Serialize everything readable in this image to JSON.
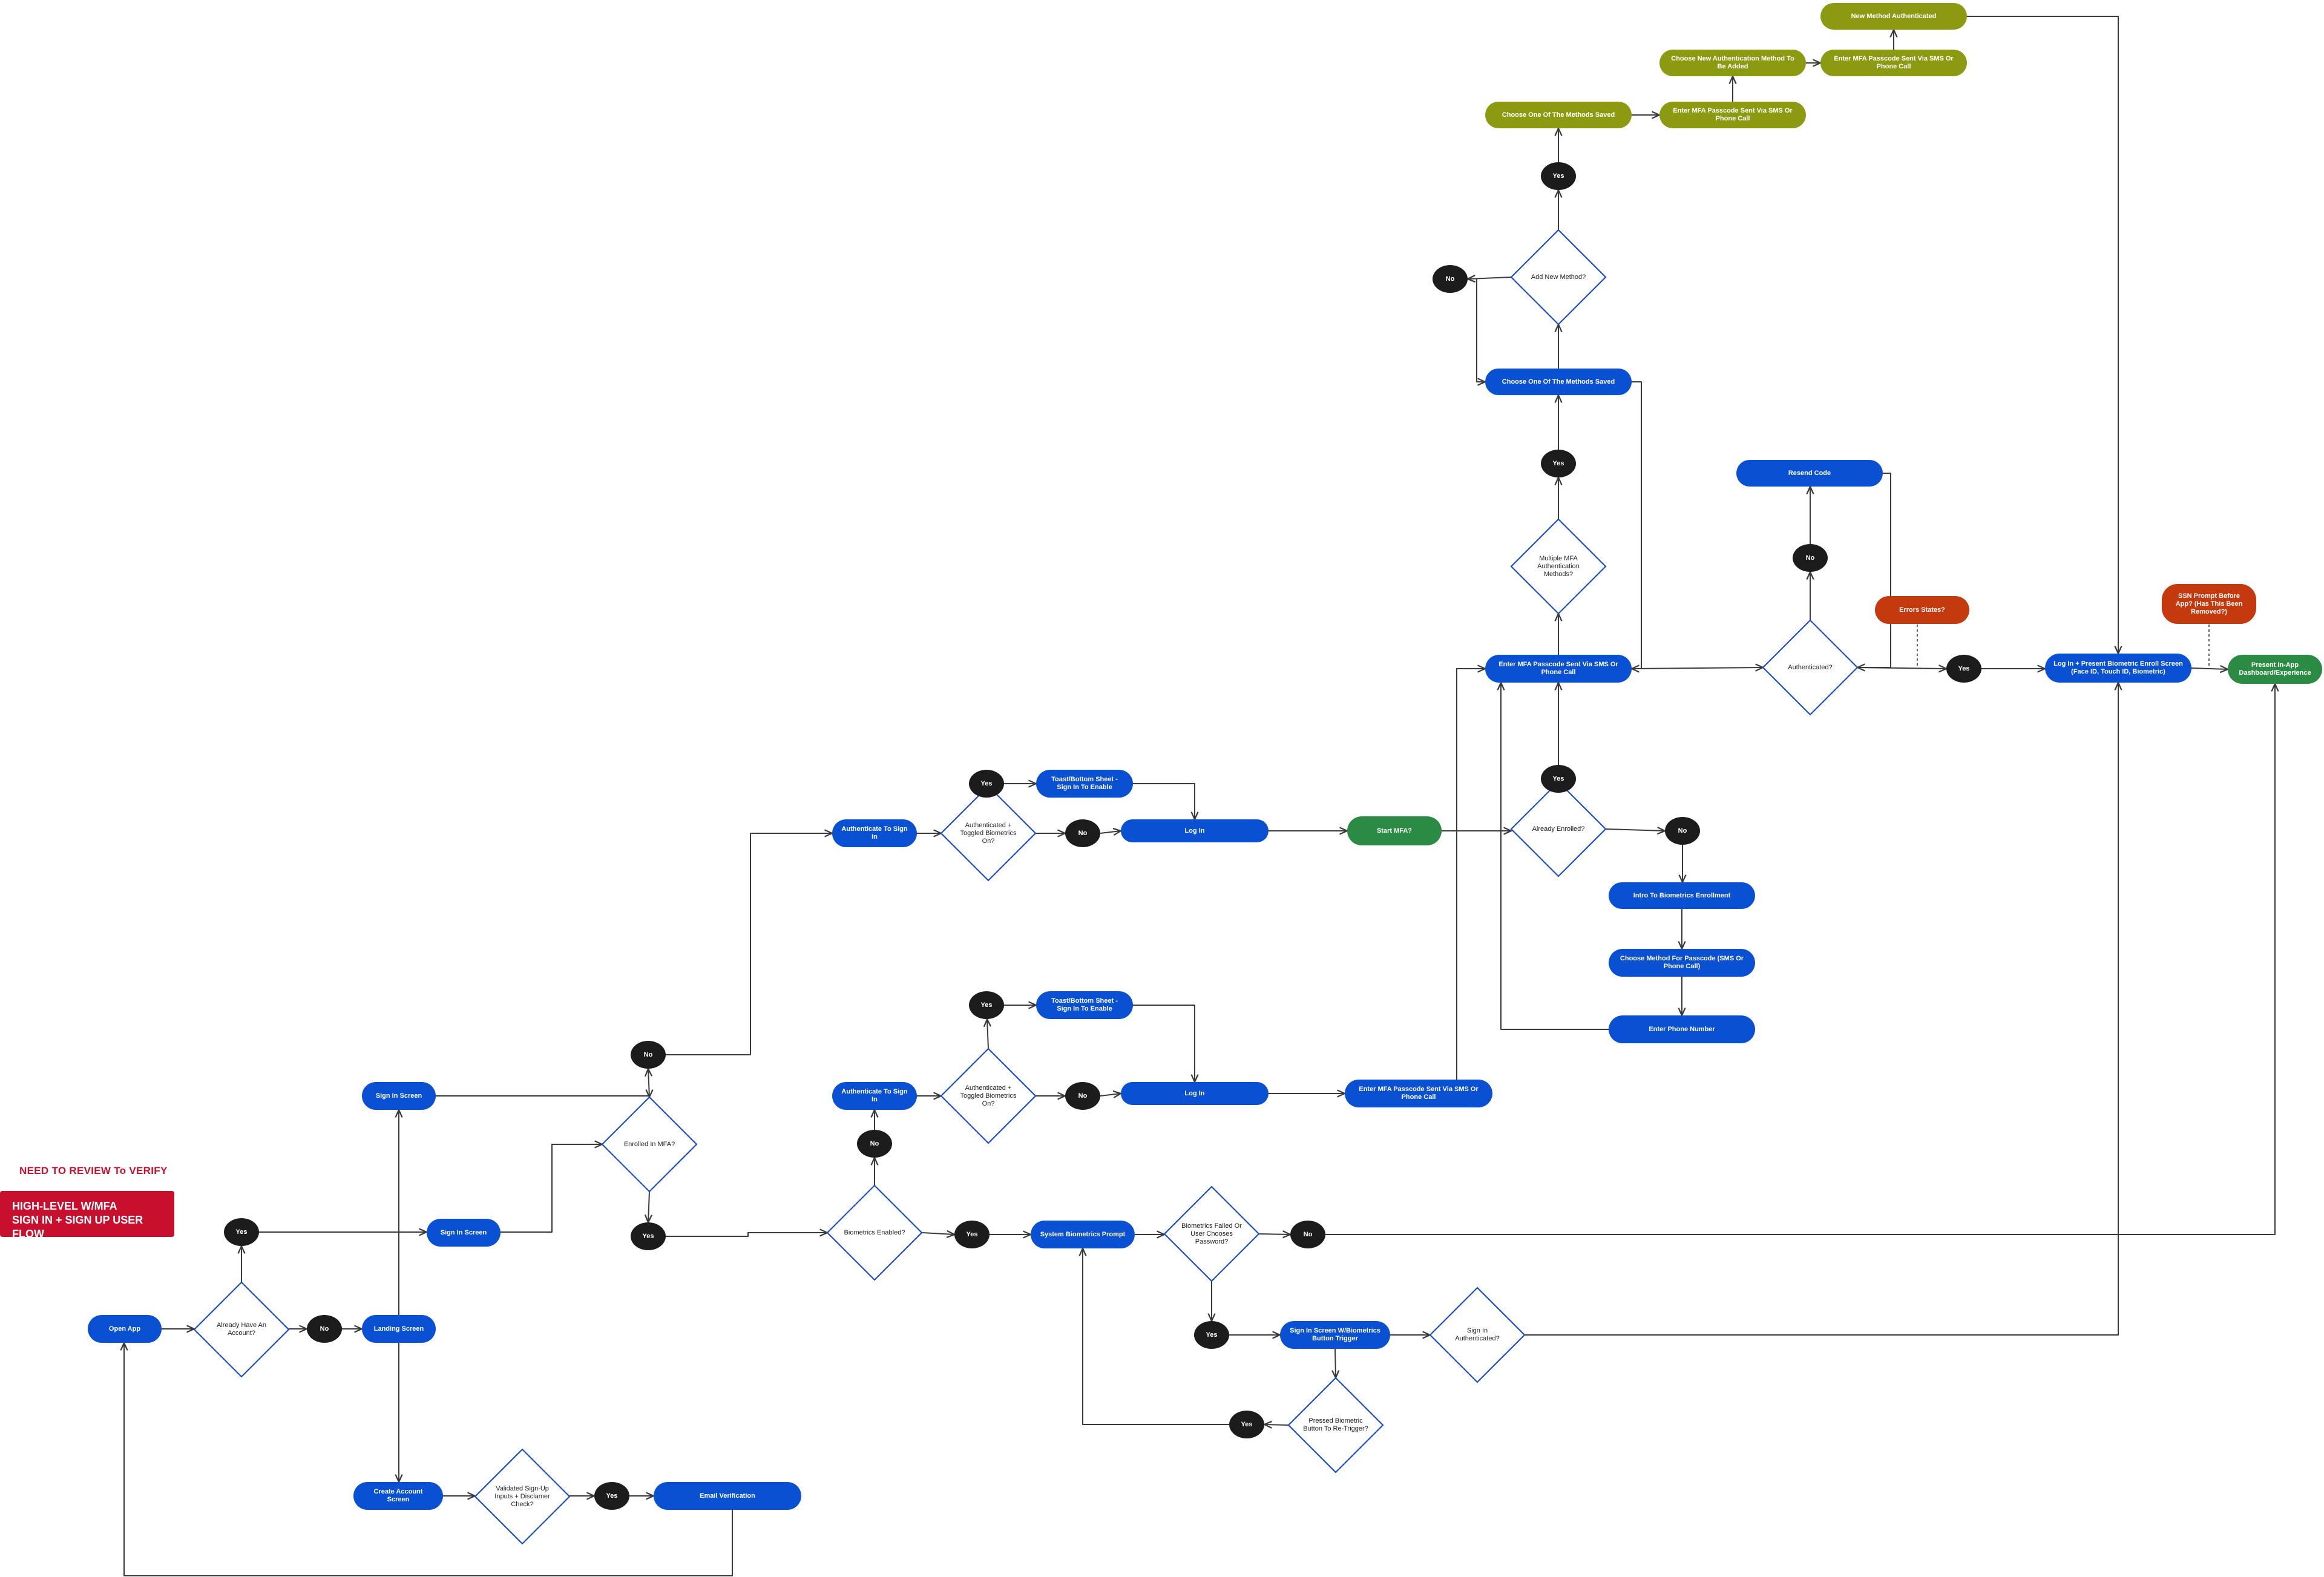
{
  "title": {
    "review_note": "NEED TO REVIEW To VERIFY",
    "line1": "HIGH-LEVEL W/MFA",
    "line2": "SIGN IN + SIGN UP USER FLOW"
  },
  "colors": {
    "blue": "#0a50d2",
    "olive": "#8c9a12",
    "green": "#2b8a43",
    "red": "#c4390d",
    "badge": "#1c1c1c",
    "connector": "#3a3a3a",
    "diamond_border": "#1e4fc4",
    "title_box": "#c8102e"
  },
  "nodes": {
    "open_app": "Open App",
    "landing_screen": "Landing Screen",
    "create_account": "Create Account Screen",
    "email_verification": "Email Verification",
    "sign_in_screen_top": "Sign In Screen",
    "sign_in_screen_mid": "Sign In Screen",
    "auth_sign_in_1": "Authenticate To Sign In",
    "toast_1": "Toast/Bottom Sheet - Sign In To Enable",
    "log_in_1": "Log In",
    "start_mfa": "Start MFA?",
    "auth_sign_in_2": "Authenticate To Sign In",
    "toast_2": "Toast/Bottom Sheet - Sign In To Enable",
    "log_in_2": "Log In",
    "enter_mfa_bottom": "Enter MFA Passcode Sent Via SMS Or Phone Call",
    "system_bio": "System Biometrics Prompt",
    "sign_in_bio_btn": "Sign In Screen W/Biometrics Button Trigger",
    "intro_bio": "Intro To Biometrics Enrollment",
    "choose_method_passcode": "Choose Method For Passcode (SMS Or Phone Call)",
    "enter_phone": "Enter Phone Number",
    "enter_mfa_main": "Enter MFA Passcode Sent Via SMS Or Phone Call",
    "choose_saved_blue": "Choose One Of The Methods Saved",
    "choose_saved_olive": "Choose One Of The Methods Saved",
    "enter_mfa_olive_1": "Enter MFA Passcode Sent Via SMS Or Phone Call",
    "choose_new_method": "Choose New Authentication Method To Be Added",
    "enter_mfa_olive_2": "Enter MFA Passcode Sent Via SMS Or Phone Call",
    "new_method_auth": "New Method Authenticated",
    "resend_code": "Resend Code",
    "errors_states": "Errors States?",
    "ssn_prompt": "SSN Prompt Before App? (Has This Been Removed?)",
    "log_in_present_bio": "Log In + Present Biometric Enroll Screen (Face ID, Touch ID, Biometric)",
    "present_dashboard": "Present In-App Dashboard/Experience"
  },
  "diamonds": {
    "already_account": "Already Have An Account?",
    "validated_signup": "Validated Sign-Up Inputs + Disclamer Check?",
    "enrolled_mfa": "Enrolled In MFA?",
    "auth_toggled_1": "Authenticated + Toggled Biometrics On?",
    "auth_toggled_2": "Authenticated + Toggled Biometrics On?",
    "bio_enabled": "Biometrics Enabled?",
    "bio_failed": "Biometrics Failed Or User Chooses Password?",
    "pressed_bio": "Pressed Biometric Button To Re-Trigger?",
    "sign_in_authenticated": "Sign In Authenticated?",
    "already_enrolled": "Already Enrolled?",
    "multiple_mfa": "Multiple MFA Authentication Methods?",
    "add_new_method": "Add New Method?",
    "authenticated": "Authenticated?"
  },
  "badges": {
    "yes_account": "Yes",
    "no_account": "No",
    "yes_validated": "Yes",
    "no_enrolled": "No",
    "yes_enrolled": "Yes",
    "yes_toggled_1": "Yes",
    "no_toggled_1": "No",
    "yes_toggled_2": "Yes",
    "no_toggled_2": "No",
    "no_bio_enabled": "No",
    "yes_bio_enabled": "Yes",
    "no_bio_failed": "No",
    "yes_bio_failed": "Yes",
    "yes_pressed": "Yes",
    "yes_already_enrolled": "Yes",
    "no_already_enrolled": "No",
    "yes_multiple": "Yes",
    "yes_add_method": "Yes",
    "no_add_method": "No",
    "no_authenticated": "No",
    "yes_authenticated": "Yes"
  }
}
